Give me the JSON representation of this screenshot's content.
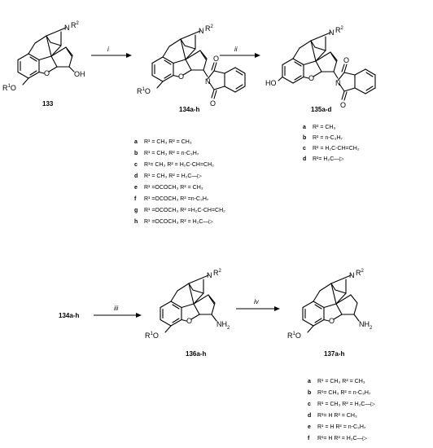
{
  "labels": {
    "N": "N",
    "R2": "R",
    "sup2": "2",
    "R1": "R",
    "sup1": "1",
    "O": "O",
    "OH": "OH",
    "HO": "HO",
    "NH2": "NH",
    "sub2": "2"
  },
  "compounds": {
    "c133": "133",
    "c134": "134a-h",
    "c135": "135a-d",
    "c136": "136a-h",
    "c137": "137a-h",
    "c134_reactant": "134a-h"
  },
  "steps": [
    "i",
    "ii",
    "iii",
    "iv"
  ],
  "series_134": [
    {
      "letter": "a",
      "text": "R¹ = CH₃  R² = CH₃"
    },
    {
      "letter": "b",
      "text": "R¹ = CH₃  R² = n-C₃H₇"
    },
    {
      "letter": "c",
      "text": "R¹= CH₃  R² = H₂C-CH=CH₂"
    },
    {
      "letter": "d",
      "text": "R¹ = CH₃  R² = H₂C—▷"
    },
    {
      "letter": "e",
      "text": "R¹ =OCOCH₃  R² = CH₃"
    },
    {
      "letter": "f",
      "text": "R¹ =OCOCH₃  R² =n-C₃H₇"
    },
    {
      "letter": "g",
      "text": "R¹ =OCOCH₃  R² =H₂C-CH=CH₂"
    },
    {
      "letter": "h",
      "text": "R¹ =OCOCH₃  R² = H₂C—▷"
    }
  ],
  "series_135": [
    {
      "letter": "a",
      "text": "R² = CH₃"
    },
    {
      "letter": "b",
      "text": "R² = n-C₃H₇"
    },
    {
      "letter": "c",
      "text": "R² = H₂C-CH=CH₂"
    },
    {
      "letter": "d",
      "text": "R²= H₂C—▷"
    }
  ],
  "series_137": [
    {
      "letter": "a",
      "text": "R¹ = CH₃  R² = CH₃"
    },
    {
      "letter": "b",
      "text": "R¹= CH₃  R² = n-C₃H₇"
    },
    {
      "letter": "c",
      "text": "R¹ = CH₃  R² = H₂C—▷"
    },
    {
      "letter": "d",
      "text": "R¹= H  R² = CH₃"
    },
    {
      "letter": "e",
      "text": "R¹ = H  R² = n-C₃H₇"
    },
    {
      "letter": "f",
      "text": "R¹= H  R² = H₂C—▷"
    }
  ]
}
